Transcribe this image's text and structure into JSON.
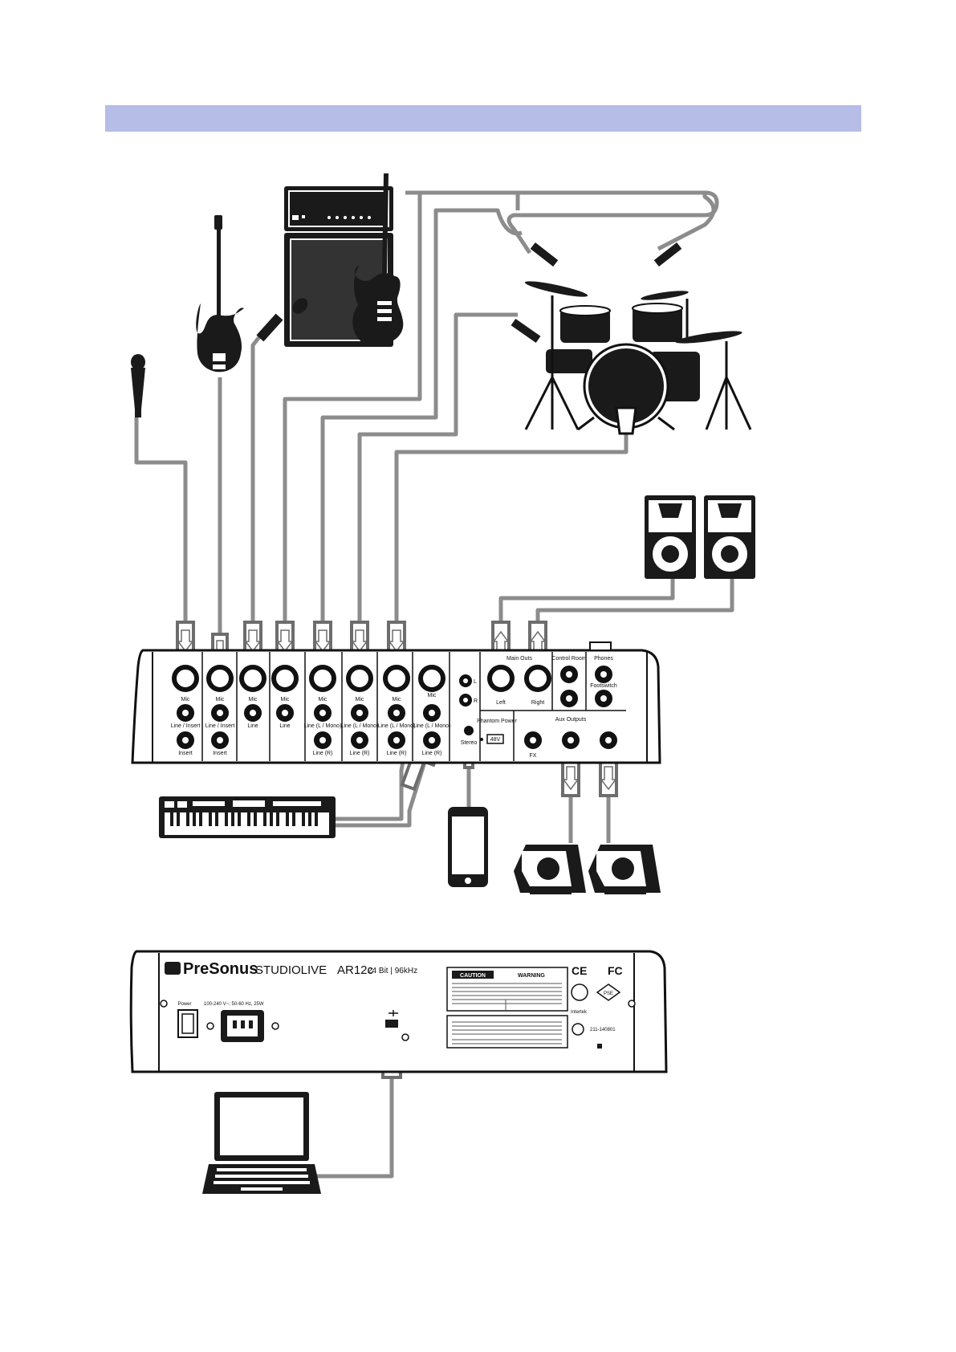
{
  "header_band_color": "#b6bde6",
  "cable_color": "#8c8c8c",
  "mixer_front": {
    "channel_labels": {
      "mic": "Mic",
      "line_insert": "Line / Insert",
      "line": "Line",
      "insert": "Insert",
      "line_l_mono": "Line (L / Mono)",
      "line_r": "Line (R)",
      "main_outs": "Main Outs",
      "left": "Left",
      "right": "Right",
      "control_room": "Control Room",
      "phones": "Phones",
      "footswitch": "Footswitch",
      "phantom_power": "Phantom Power",
      "phantom_48v": "48V",
      "aux_outputs": "Aux Outputs",
      "fx": "FX",
      "stereo": "Stereo",
      "l": "L",
      "r": "R"
    }
  },
  "mixer_rear": {
    "brand": "PreSonus",
    "model": "STUDIOLIVE",
    "model_suffix": "AR12c",
    "spec": "24 Bit | 96kHz",
    "power_label": "Power",
    "power_rating": "100-240 V~; 50-60 Hz, 25W",
    "caution": "CAUTION",
    "warning": "WARNING",
    "intertek": "Intertek",
    "cert_code": "211-140801",
    "ce_mark": "CE",
    "fc_mark": "FC",
    "pse_mark": "PSE"
  },
  "icons": [
    "microphone-icon",
    "bass-guitar-icon",
    "guitar-amp-icon",
    "electric-guitar-icon",
    "drum-kit-icon",
    "studio-monitor-icon",
    "keyboard-icon",
    "smartphone-icon",
    "floor-wedge-monitor-icon",
    "laptop-icon",
    "usb-icon"
  ]
}
